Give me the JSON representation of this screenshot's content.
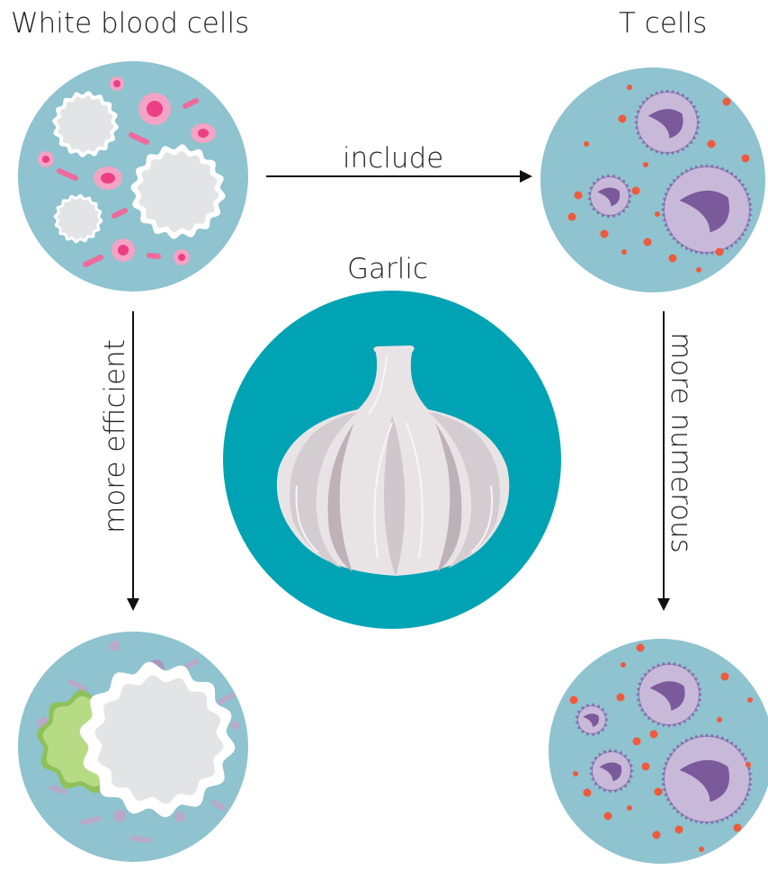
{
  "labels": {
    "white_blood_cells": "White blood cells",
    "t_cells": "T cells",
    "garlic": "Garlic",
    "include": "include",
    "more_efficient": "more efficient",
    "more_numerous": "more numerous"
  },
  "colors": {
    "cell_disc": "#8ec3cf",
    "garlic_disc": "#00a3b4",
    "red_cell": "#ec3f85",
    "pink_rod": "#f06a9c",
    "white_cell": "#e3e4e6",
    "lymphocyte": "#c9b9d9",
    "nucleus": "#7b5a9b",
    "dot": "#f05a3c",
    "pathogen": "#a6d06a",
    "garlic_bulb": "#e8e4e6",
    "garlic_shade": "#bdb2b8"
  }
}
